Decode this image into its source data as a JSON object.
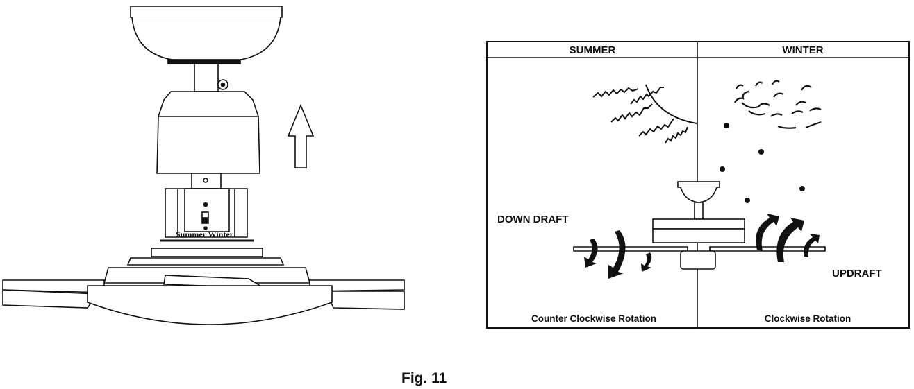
{
  "figure_caption": "Fig. 11",
  "left_diagram": {
    "switch_label": "Summer Winter"
  },
  "right_panel": {
    "summer": {
      "header": "SUMMER",
      "airflow_label": "DOWN DRAFT",
      "rotation_label": "Counter Clockwise Rotation"
    },
    "winter": {
      "header": "WINTER",
      "airflow_label": "UPDRAFT",
      "rotation_label": "Clockwise Rotation"
    }
  }
}
